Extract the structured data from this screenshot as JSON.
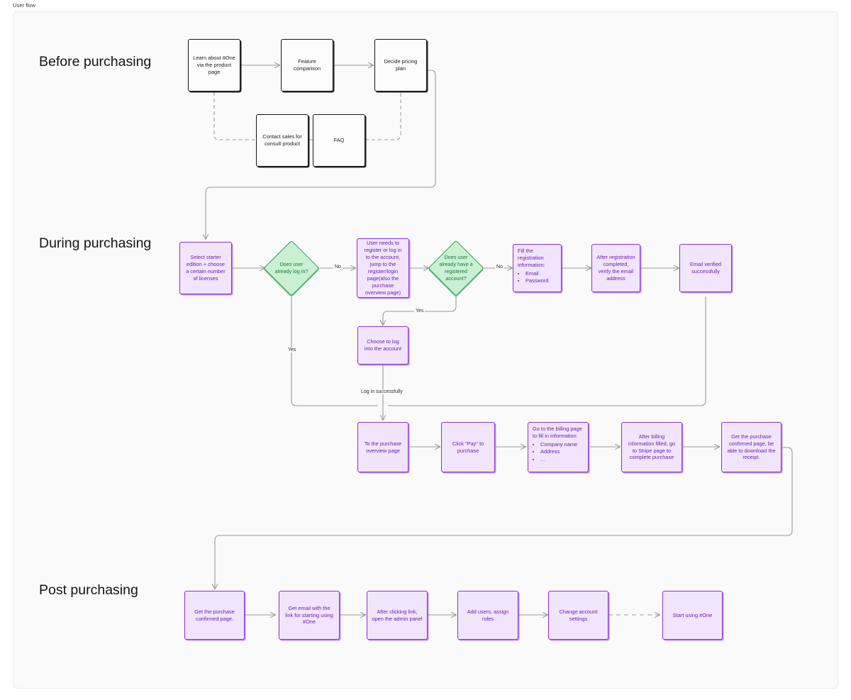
{
  "file": {
    "title": "User flow"
  },
  "canvas": {
    "background": "#fafafa",
    "border_color": "#ececec"
  },
  "palette": {
    "black_node_border": "#161616",
    "black_node_fill": "#fcfcfc",
    "purple_node_border": "#8b2fd6",
    "purple_node_fill": "#f1e4fd",
    "purple_node_text": "#6a1fb0",
    "green_node_border": "#1f9a4e",
    "green_node_fill": "#c9f0d2",
    "green_node_text": "#157a3c",
    "connector": "#9a9a9a",
    "heading_text": "#141414"
  },
  "sections": [
    {
      "id": "before",
      "label": "Before purchasing"
    },
    {
      "id": "during",
      "label": "During purchasing"
    },
    {
      "id": "post",
      "label": "Post purchasing"
    }
  ],
  "nodes": {
    "learn_product": {
      "text": "Learn about #One via the product page"
    },
    "feature_comparison": {
      "text": "Feature comparison"
    },
    "decide_pricing": {
      "text": "Decide pricing plan"
    },
    "contact_sales": {
      "text": "Contact sales for consult product"
    },
    "faq": {
      "text": "FAQ"
    },
    "select_starter": {
      "text": "Select starter edition + choose a certain number of licenses"
    },
    "q_logged_in": {
      "text": "Does user already log in?"
    },
    "register_or_login": {
      "text": "User needs to register or log in to the account, jump to the register/login page(also the purchase overview page)"
    },
    "q_registered": {
      "text": "Does user already have a registered account?"
    },
    "fill_registration": {
      "lead": "Fill the registration information:",
      "bullets": [
        "Email",
        "Password"
      ]
    },
    "verify_email": {
      "text": "After registration completed, verify the email address"
    },
    "email_verified": {
      "text": "Email verified successfully"
    },
    "choose_login": {
      "text": "Choose to log into the account"
    },
    "purchase_overview": {
      "text": "To the purchase overview page"
    },
    "click_pay": {
      "text": "Click \"Pay\" to purchase"
    },
    "billing_page": {
      "lead": "Go to the billing page to fill in information:",
      "bullets": [
        "Company name",
        "Address",
        "..."
      ]
    },
    "stripe_page": {
      "text": "After billing information filled, go to Stripe page to complete purchase"
    },
    "purchase_confirmed": {
      "text": "Get the purchase confirmed page, be able to download the receipt."
    },
    "post_confirmed": {
      "text": "Get the purchase confirmed page."
    },
    "get_email_link": {
      "text": "Get email with the link for starting using #One"
    },
    "open_admin_panel": {
      "text": "After clicking link, open the admin panel"
    },
    "add_users": {
      "text": "Add users, assign roles"
    },
    "change_settings": {
      "text": "Change account settings"
    },
    "start_using": {
      "text": "Start using #One"
    }
  },
  "edge_labels": {
    "no_1": "No",
    "no_2": "No",
    "yes_login": "Yes",
    "yes_registered": "Yes",
    "log_in_successfully": "Log in successfully"
  }
}
